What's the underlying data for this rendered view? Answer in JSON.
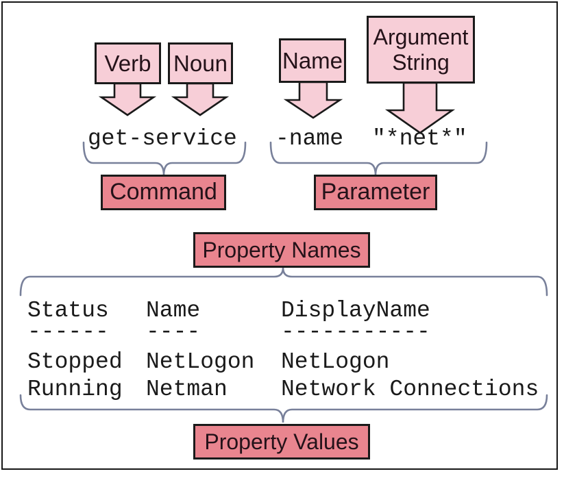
{
  "diagram": {
    "verb_label": "Verb",
    "noun_label": "Noun",
    "name_label": "Name",
    "argument_string_label": "Argument String",
    "command_code": "get-service",
    "parameter_code": "-name",
    "argument_code": "\"*net*\"",
    "command_label": "Command",
    "parameter_label": "Parameter",
    "property_names_label": "Property Names",
    "property_values_label": "Property Values"
  },
  "output_table": {
    "columns": [
      {
        "header": "Status",
        "underline": "------",
        "rows": [
          "Stopped",
          "Running"
        ]
      },
      {
        "header": "Name",
        "underline": "----",
        "rows": [
          "NetLogon",
          "Netman"
        ]
      },
      {
        "header": "DisplayName",
        "underline": "-----------",
        "rows": [
          "NetLogon",
          "Network Connections"
        ]
      }
    ]
  },
  "colors": {
    "box_light_pink": "#f7ced7",
    "box_rose": "#e9858f",
    "outline": "#1a1a1a",
    "brace": "#78809a",
    "background": "#ffffff"
  }
}
